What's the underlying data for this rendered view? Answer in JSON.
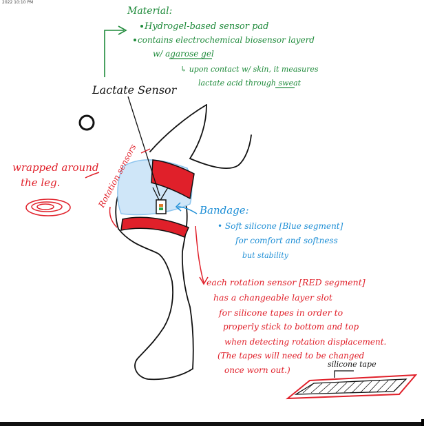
{
  "timestamp": "2022   10:10 PM",
  "material": {
    "title": "Material:",
    "bullet1": "Hydrogel-based sensor pad",
    "bullet2": "contains electrochemical biosensor layerd",
    "bullet2b": "w/ agarose gel",
    "sub1": "↳ upon contact w/ skin, it measures",
    "sub2": "lactate acid through sweat"
  },
  "lactate_sensor": "Lactate Sensor",
  "rotation_sensors": "Rotation sensors",
  "wrapped": {
    "line1": "wrapped around",
    "line2": "the leg."
  },
  "bandage": {
    "title": "Bandage:",
    "line1": "• Soft silicone [Blue segment]",
    "line2": "for comfort and softness",
    "line3": "but stability"
  },
  "rotation_note": {
    "line1": "each rotation sensor [RED segment]",
    "line2": "has a changeable layer slot",
    "line3": "for silicone tapes in order to",
    "line4": "properly stick to bottom and top",
    "line5": "when detecting rotation displacement.",
    "line6": "(The tapes will need to be changed",
    "line7": "once worn out.)"
  },
  "silicone_tape": "silicone tape",
  "colors": {
    "green": "#1e8a3a",
    "red": "#e0202a",
    "blue": "#1f8fd6",
    "lightblue": "#cfe6f8",
    "ink": "#111111"
  }
}
